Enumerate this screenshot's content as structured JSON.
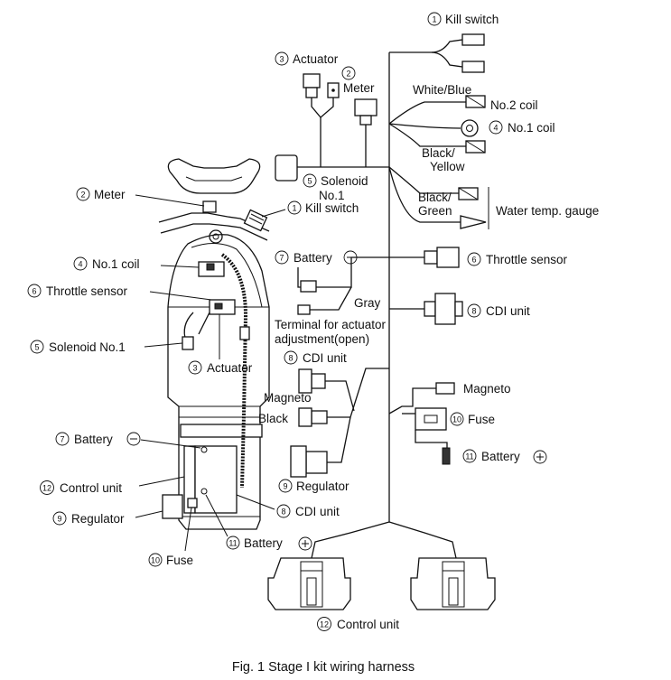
{
  "caption": "Fig. 1 Stage I kit wiring harness",
  "harness_labels": {
    "kill_switch": {
      "num": "1",
      "text": "Kill switch"
    },
    "actuator": {
      "num": "3",
      "text": "Actuator"
    },
    "meter_num": "2",
    "meter": "Meter",
    "white_blue": "White/Blue",
    "no2_coil": "No.2 coil",
    "no1_coil": {
      "num": "4",
      "text": "No.1 coil"
    },
    "black_yellow_1": "Black/",
    "black_yellow_2": "Yellow",
    "solenoid_1": {
      "num": "5",
      "text": "Solenoid"
    },
    "solenoid_2": "No.1",
    "black_green_1": "Black/",
    "black_green_2": "Green",
    "water_temp": "Water temp. gauge",
    "battery_minus": {
      "num": "7",
      "text": "Battery"
    },
    "throttle_sensor": {
      "num": "6",
      "text": "Throttle sensor"
    },
    "gray": "Gray",
    "cdi_unit": {
      "num": "8",
      "text": "CDI unit"
    },
    "terminal_1": "Terminal for actuator",
    "terminal_2": "adjustment(open)",
    "cdi_unit_2": {
      "num": "8",
      "text": "CDI unit"
    },
    "magneto_left": "Magneto",
    "black": "Black",
    "magneto_right": "Magneto",
    "fuse": {
      "num": "10",
      "text": "Fuse"
    },
    "battery_plus": {
      "num": "11",
      "text": "Battery"
    },
    "regulator": {
      "num": "9",
      "text": "Regulator"
    },
    "control_unit": {
      "num": "12",
      "text": "Control unit"
    }
  },
  "body_labels": {
    "meter": {
      "num": "2",
      "text": "Meter"
    },
    "kill_switch": {
      "num": "1",
      "text": "Kill switch"
    },
    "no1_coil": {
      "num": "4",
      "text": "No.1 coil"
    },
    "throttle_sensor": {
      "num": "6",
      "text": "Throttle sensor"
    },
    "solenoid": {
      "num": "5",
      "text": "Solenoid No.1"
    },
    "actuator": {
      "num": "3",
      "text": "Actuator"
    },
    "battery_minus": {
      "num": "7",
      "text": "Battery"
    },
    "control_unit": {
      "num": "12",
      "text": "Control unit"
    },
    "regulator": {
      "num": "9",
      "text": "Regulator"
    },
    "cdi_unit": {
      "num": "8",
      "text": "CDI unit"
    },
    "battery_plus": {
      "num": "11",
      "text": "Battery"
    },
    "fuse": {
      "num": "10",
      "text": "Fuse"
    }
  }
}
